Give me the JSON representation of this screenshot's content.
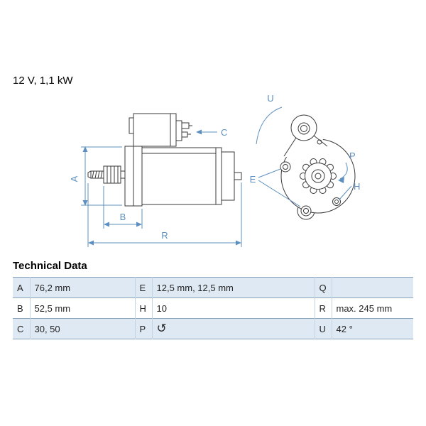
{
  "spec": "12 V, 1,1 kW",
  "diagram": {
    "labels": {
      "a": "A",
      "b": "B",
      "c": "C",
      "r": "R",
      "u": "U",
      "p": "P",
      "e": "E",
      "h": "H"
    }
  },
  "technical_data": {
    "title": "Technical Data",
    "rotation_icon": "↺",
    "rows": [
      {
        "cells": [
          {
            "key": "A",
            "value": "76,2 mm"
          },
          {
            "key": "E",
            "value": "12,5 mm, 12,5 mm"
          },
          {
            "key": "Q",
            "value": ""
          }
        ]
      },
      {
        "cells": [
          {
            "key": "B",
            "value": "52,5 mm"
          },
          {
            "key": "H",
            "value": "10"
          },
          {
            "key": "R",
            "value": "max. 245 mm"
          }
        ]
      },
      {
        "cells": [
          {
            "key": "C",
            "value": "30, 50"
          },
          {
            "key": "P",
            "value": ""
          },
          {
            "key": "U",
            "value": "42 °"
          }
        ]
      }
    ]
  },
  "colors": {
    "annotation": "#5d90c0",
    "row_alt": "#dfe9f3",
    "border": "#8aa5bb",
    "line": "#3a3a3a"
  }
}
